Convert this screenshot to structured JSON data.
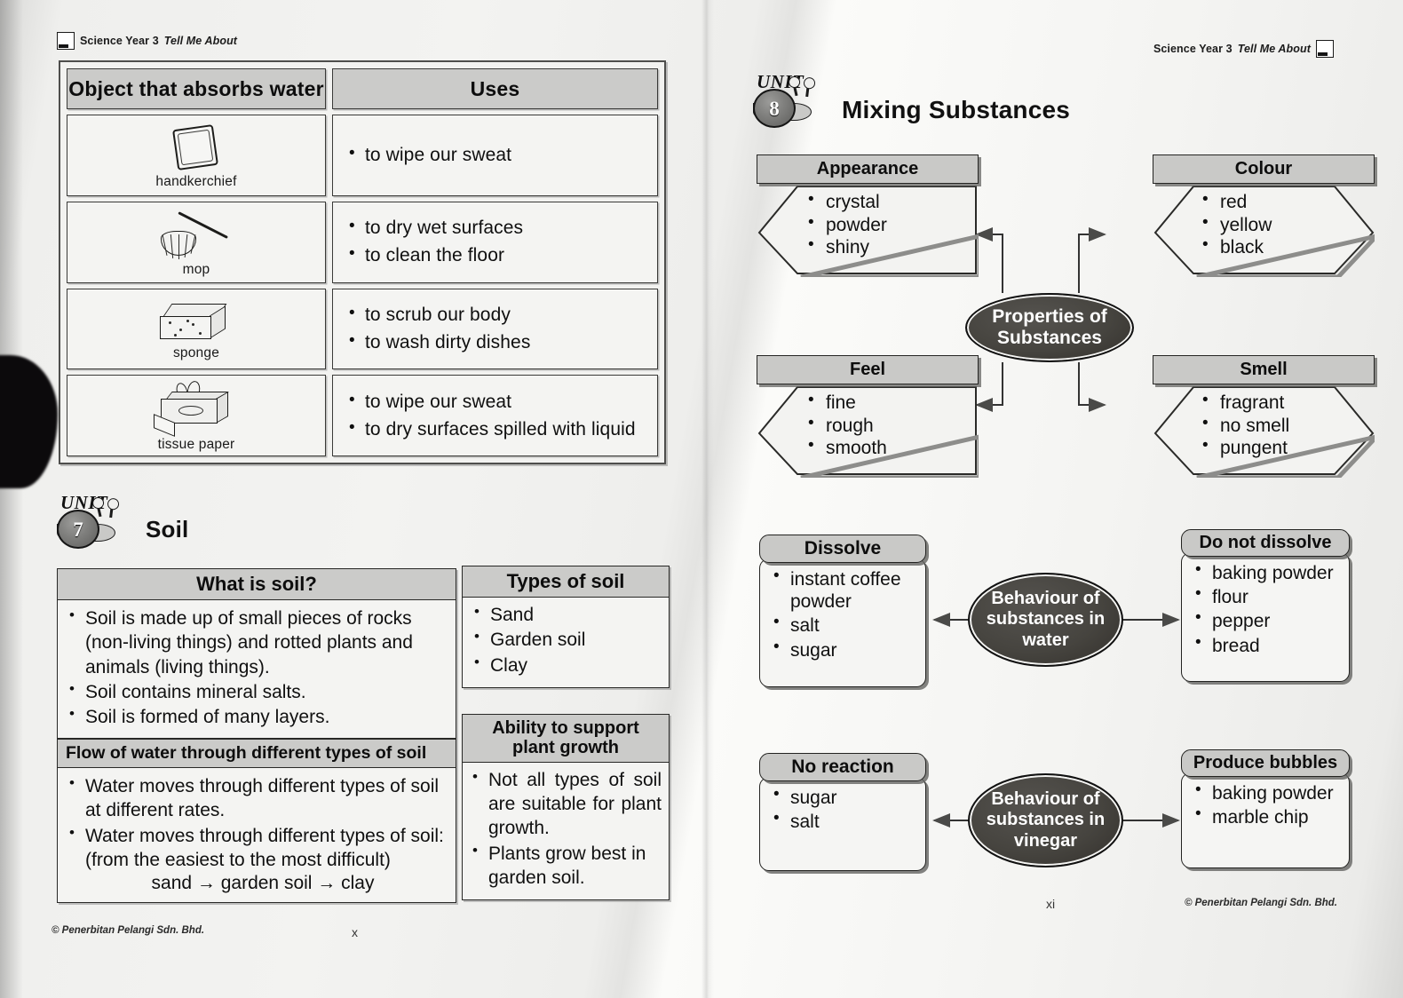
{
  "publisher": "© Penerbitan Pelangi Sdn. Bhd.",
  "running_head": {
    "title": "Science Year 3",
    "subtitle": "Tell Me About",
    "logo_icon": "pelangi-logo-icon"
  },
  "left_page": {
    "folio": "x",
    "absorb_table": {
      "headers": [
        "Object that absorbs water",
        "Uses"
      ],
      "rows": [
        {
          "object": "handkerchief",
          "icon": "handkerchief-icon",
          "uses": [
            "to wipe our sweat"
          ]
        },
        {
          "object": "mop",
          "icon": "mop-icon",
          "uses": [
            "to dry wet surfaces",
            "to clean the floor"
          ]
        },
        {
          "object": "sponge",
          "icon": "sponge-icon",
          "uses": [
            "to scrub our body",
            "to wash dirty dishes"
          ]
        },
        {
          "object": "tissue paper",
          "icon": "tissue-paper-icon",
          "uses": [
            "to wipe our sweat",
            "to dry surfaces spilled with liquid"
          ]
        }
      ]
    },
    "unit": {
      "word": "UNIT",
      "number": "7",
      "title": "Soil"
    },
    "boxes": {
      "what_is_soil": {
        "header": "What is soil?",
        "items": [
          "Soil is made up of small pieces of rocks (non-living things) and rotted plants and animals (living things).",
          "Soil contains mineral salts.",
          "Soil is formed of many layers."
        ]
      },
      "types_of_soil": {
        "header": "Types of soil",
        "items": [
          "Sand",
          "Garden soil",
          "Clay"
        ]
      },
      "flow_of_water": {
        "header": "Flow of water through different types of soil",
        "items": [
          "Water moves through different types of soil at different rates.",
          "Water moves through different types of soil: (from the easiest to the most difficult)"
        ],
        "sequence": "sand → garden soil → clay"
      },
      "plant_growth": {
        "header_line1": "Ability to support",
        "header_line2": "plant growth",
        "items": [
          "Not all types of soil are suitable for plant growth.",
          "Plants grow best in garden soil."
        ]
      }
    }
  },
  "right_page": {
    "folio": "xi",
    "unit": {
      "word": "UNIT",
      "number": "8",
      "title": "Mixing Substances"
    },
    "properties_map": {
      "center": "Properties of Substances",
      "center_line1": "Properties of",
      "center_line2": "Substances",
      "nodes": [
        {
          "header": "Appearance",
          "items": [
            "crystal",
            "powder",
            "shiny"
          ]
        },
        {
          "header": "Colour",
          "items": [
            "red",
            "yellow",
            "black"
          ]
        },
        {
          "header": "Feel",
          "items": [
            "fine",
            "rough",
            "smooth"
          ]
        },
        {
          "header": "Smell",
          "items": [
            "fragrant",
            "no smell",
            "pungent"
          ]
        }
      ]
    },
    "water_map": {
      "center_line1": "Behaviour of",
      "center_line2": "substances in",
      "center_line3": "water",
      "left": {
        "header": "Dissolve",
        "items": [
          "instant coffee powder",
          "salt",
          "sugar"
        ]
      },
      "right": {
        "header": "Do not dissolve",
        "items": [
          "baking powder",
          "flour",
          "pepper",
          "bread"
        ]
      }
    },
    "vinegar_map": {
      "center_line1": "Behaviour of",
      "center_line2": "substances in",
      "center_line3": "vinegar",
      "left": {
        "header": "No reaction",
        "items": [
          "sugar",
          "salt"
        ]
      },
      "right": {
        "header": "Produce bubbles",
        "items": [
          "baking powder",
          "marble chip"
        ]
      }
    }
  }
}
